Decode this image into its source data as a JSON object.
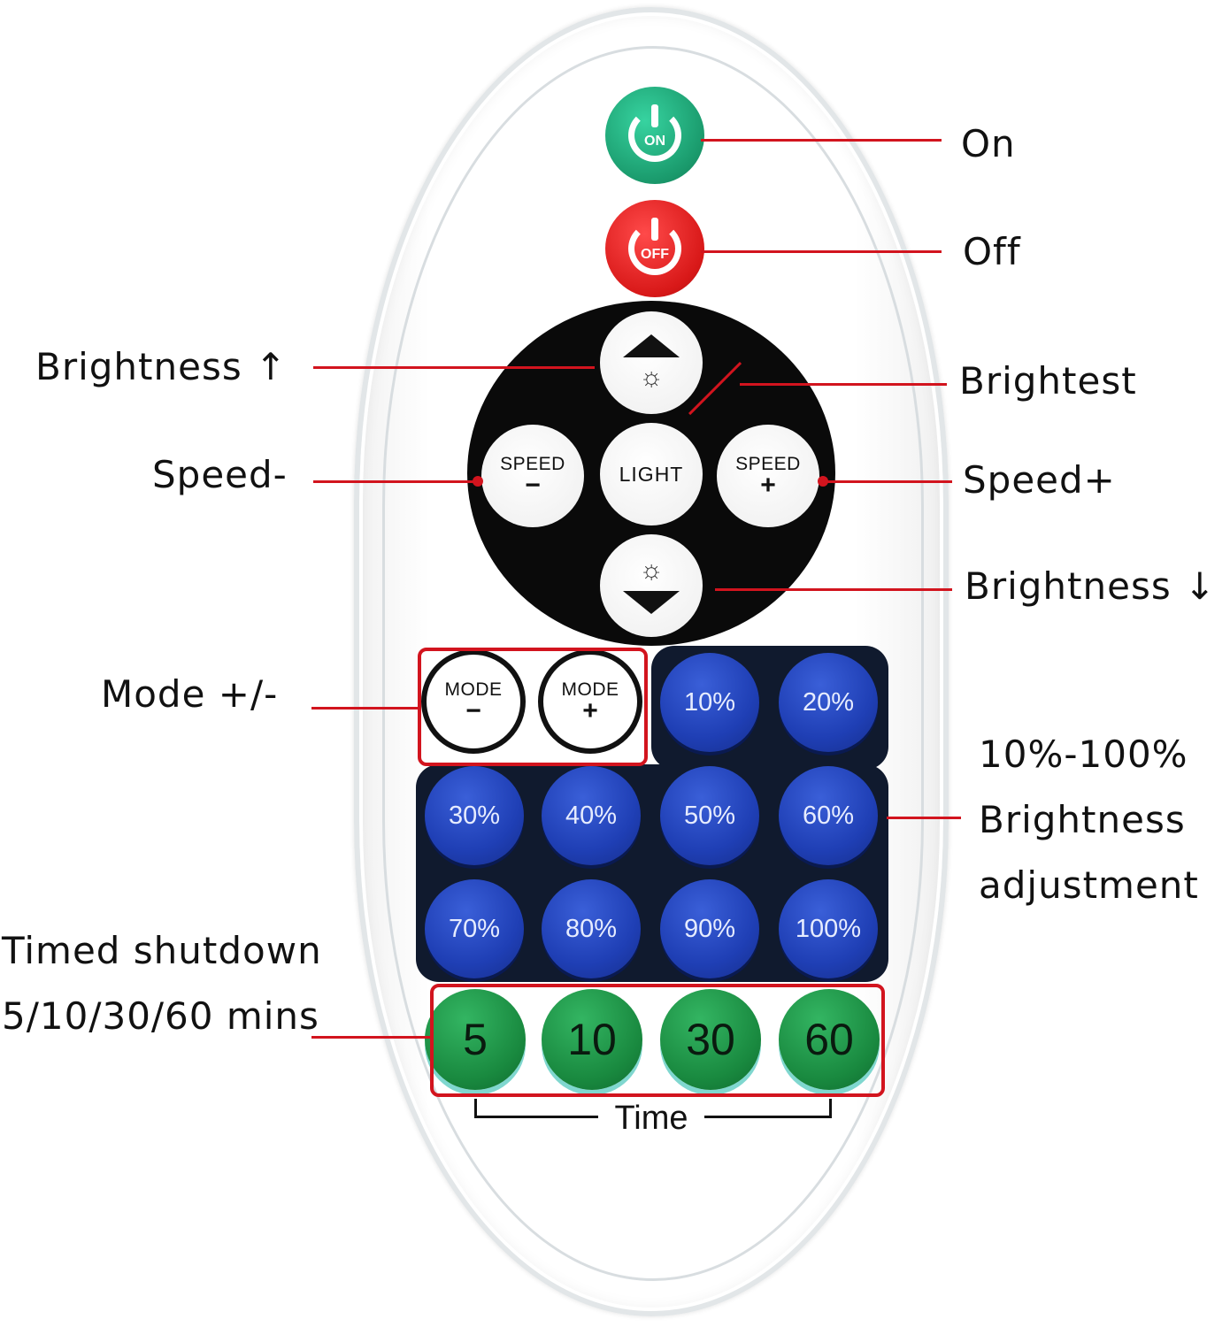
{
  "remote": {
    "on_button": "ON",
    "off_button": "OFF",
    "brightness_up_icon": "sun-up-icon",
    "brightness_down_icon": "sun-down-icon",
    "speed_minus": {
      "label": "SPEED",
      "sign": "−"
    },
    "speed_plus": {
      "label": "SPEED",
      "sign": "+"
    },
    "light_button": "LIGHT",
    "mode_minus": {
      "label": "MODE",
      "sign": "−"
    },
    "mode_plus": {
      "label": "MODE",
      "sign": "+"
    },
    "brightness_levels": [
      "10%",
      "20%",
      "30%",
      "40%",
      "50%",
      "60%",
      "70%",
      "80%",
      "90%",
      "100%"
    ],
    "timers": [
      "5",
      "10",
      "30",
      "60"
    ],
    "time_label": "Time"
  },
  "callouts": {
    "on": "On",
    "off": "Off",
    "brightness_up": "Brightness ↑",
    "brightest": "Brightest",
    "speed_minus": "Speed-",
    "speed_plus": "Speed+",
    "brightness_down": "Brightness ↓",
    "mode": "Mode +/-",
    "brightness_adjust": [
      "10%-100%",
      "Brightness",
      "adjustment"
    ],
    "timed_shutdown": [
      "Timed shutdown",
      "5/10/30/60 mins"
    ]
  },
  "colors": {
    "on_button": "#1a9a6c",
    "off_button": "#d81818",
    "brightness_buttons": "#1f3fb5",
    "timer_buttons": "#19893f",
    "callout_lines": "#d2141e"
  }
}
